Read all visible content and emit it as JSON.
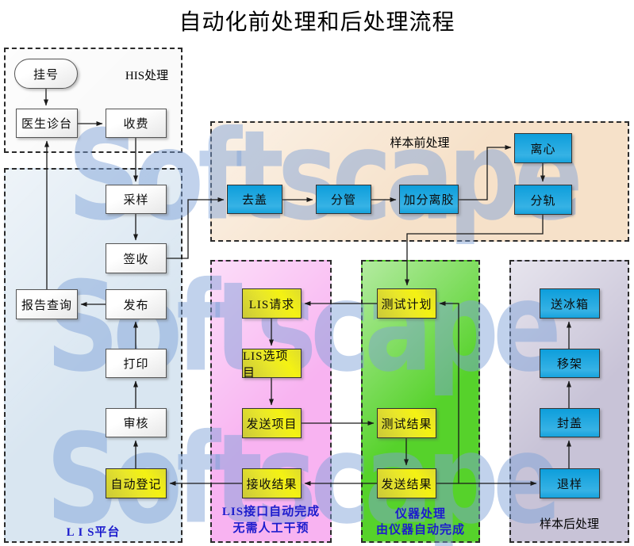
{
  "title": "自动化前处理和后处理流程",
  "watermark": {
    "text": "Softscape"
  },
  "colors": {
    "his_bg": "#fafafa",
    "lis_bg": "#d9e6f1",
    "pre_bg": "#f6e1c9",
    "if_bg": "#f8b3f1",
    "ins_bg": "#56d22b",
    "post_bg": "#c8c3d7",
    "node_cyan_top": "#0d9edb",
    "node_cyan_bottom": "#36b2e5",
    "node_yellow_light": "#f4f213",
    "node_yellow_dark": "#cbc938",
    "label_blue": "#1c1ccd",
    "wm_color": "rgba(125,160,215,0.48)",
    "line_color": "#1a1a1a"
  },
  "groups": {
    "his": {
      "label": "HIS处理"
    },
    "lis": {
      "label": "L I S平台"
    },
    "pre": {
      "label": "样本前处理"
    },
    "interface": {
      "label1": "LIS接口自动完成",
      "label2": "无需人工干预"
    },
    "instrument": {
      "label1": "仪器处理",
      "label2": "由仪器自动完成"
    },
    "post": {
      "label": "样本后处理"
    }
  },
  "nodes": {
    "registration": "挂号",
    "doctor_station": "医生诊台",
    "charge": "收费",
    "sampling": "采样",
    "sign_in": "签收",
    "report_query": "报告查询",
    "publish": "发布",
    "print": "打印",
    "review": "审核",
    "auto_register": "自动登记",
    "decap": "去盖",
    "aliquot": "分管",
    "add_gel": "加分离胶",
    "centrifuge": "离心",
    "sort_track": "分轨",
    "lis_request": "LIS请求",
    "lis_select_items": "LIS选项目",
    "send_items": "发送项目",
    "receive_results": "接收结果",
    "test_plan": "测试计划",
    "test_results": "测试结果",
    "send_results": "发送结果",
    "to_fridge": "送冰箱",
    "move_rack": "移架",
    "seal_cap": "封盖",
    "return_sample": "退样"
  }
}
